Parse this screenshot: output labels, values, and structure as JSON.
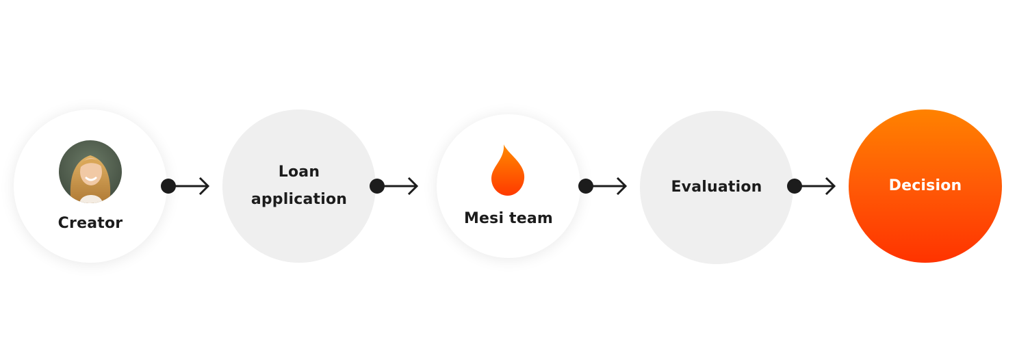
{
  "diagram": {
    "steps": [
      {
        "label": "Creator"
      },
      {
        "label_line1": "Loan",
        "label_line2": "application"
      },
      {
        "label": "Mesi team"
      },
      {
        "label": "Evaluation"
      },
      {
        "label": "Decision"
      }
    ],
    "icons": {
      "creator_avatar": "creator-avatar-photo",
      "mesi_logo": "flame-drop-icon",
      "connector": "dot-arrow-right-icon"
    },
    "colors": {
      "accent_top": "#ff8200",
      "accent_bottom": "#ff3300",
      "neutral_circle": "#efefef",
      "text": "#1c1c1c",
      "connector": "#1c1c1c"
    }
  }
}
